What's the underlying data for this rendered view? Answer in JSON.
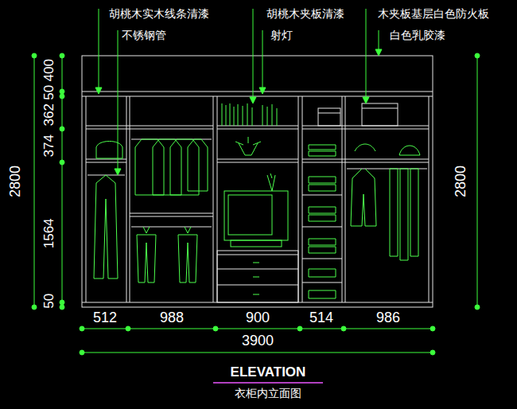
{
  "diagram": {
    "title": "ELEVATION",
    "caption": "衣柜内立面图",
    "labels": [
      "胡桃木实木线条清漆",
      "胡桃木夹板清漆",
      "木夹板基层白色防火板",
      "不锈钢管",
      "射灯",
      "白色乳胶漆",
      "400",
      "50",
      "362",
      "2800",
      "374",
      "2800",
      "1564",
      "50",
      "512",
      "988",
      "900",
      "514",
      "986",
      "3900"
    ]
  }
}
